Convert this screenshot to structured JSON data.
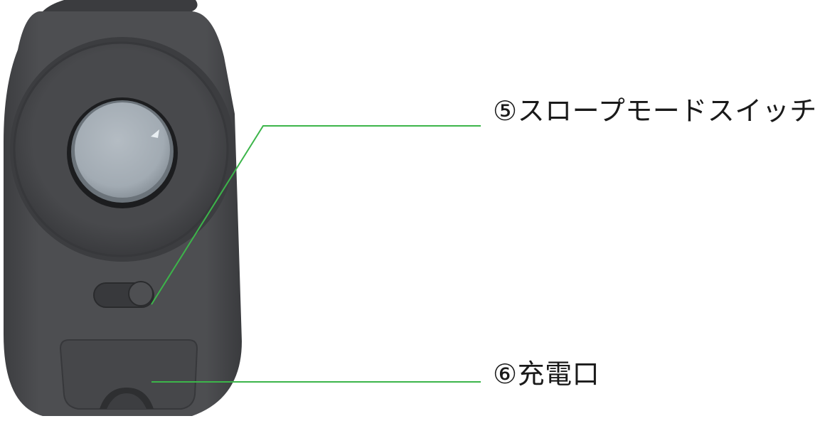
{
  "labels": {
    "slope_switch": "⑤スロープモードスイッチ",
    "charging_port": "⑥充電口"
  },
  "colors": {
    "callout_line": "#3cb54a",
    "body": "#4a4b4e",
    "body_dark": "#2f3033",
    "lens": "#a9b2ba",
    "background": "#ffffff"
  },
  "icons": {
    "device": "rangefinder-device-illustration"
  }
}
